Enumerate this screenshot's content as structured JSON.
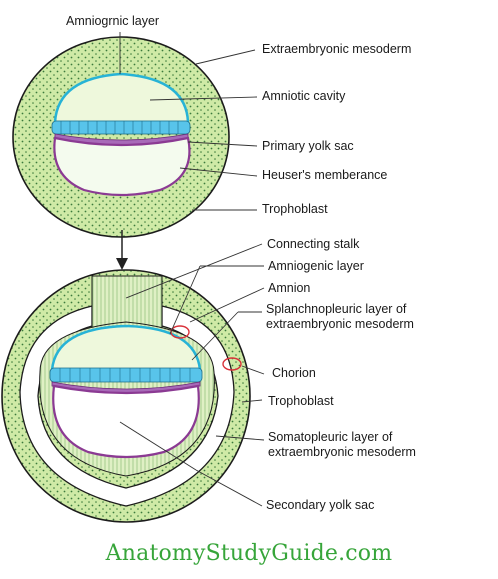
{
  "labels": {
    "amniogenic_layer_top": "Amniogrnic layer",
    "extraembryonic_mesoderm": "Extraembryonic mesoderm",
    "amniotic_cavity": "Amniotic cavity",
    "primary_yolk_sac": "Primary yolk sac",
    "heusers_membrane": "Heuser's memberance",
    "trophoblast_top": "Trophoblast",
    "connecting_stalk": "Connecting stalk",
    "amniogenic_layer_bottom": "Amniogenic layer",
    "amnion": "Amnion",
    "splanchnopleuric": "Splanchnopleuric layer of extraembryonic mesoderm",
    "chorion": "Chorion",
    "trophoblast_bottom": "Trophoblast",
    "somatopleuric": "Somatopleuric layer of extraembryonic mesoderm",
    "secondary_yolk_sac": "Secondary yolk sac"
  },
  "watermark": "AnatomyStudyGuide.com",
  "colors": {
    "mesoderm_fill": "#cfeaa6",
    "mesoderm_dots": "#3c7a3c",
    "outline": "#1c1c1c",
    "amniotic_cavity": "#eef8dc",
    "amnion_line": "#27b3d6",
    "ectoderm_cells": "#58c4ea",
    "endoderm_cells": "#a86ab8",
    "yolk_membrane": "#8b3a93",
    "chorion_mark": "#d9323a",
    "watermark": "#37a53a"
  }
}
